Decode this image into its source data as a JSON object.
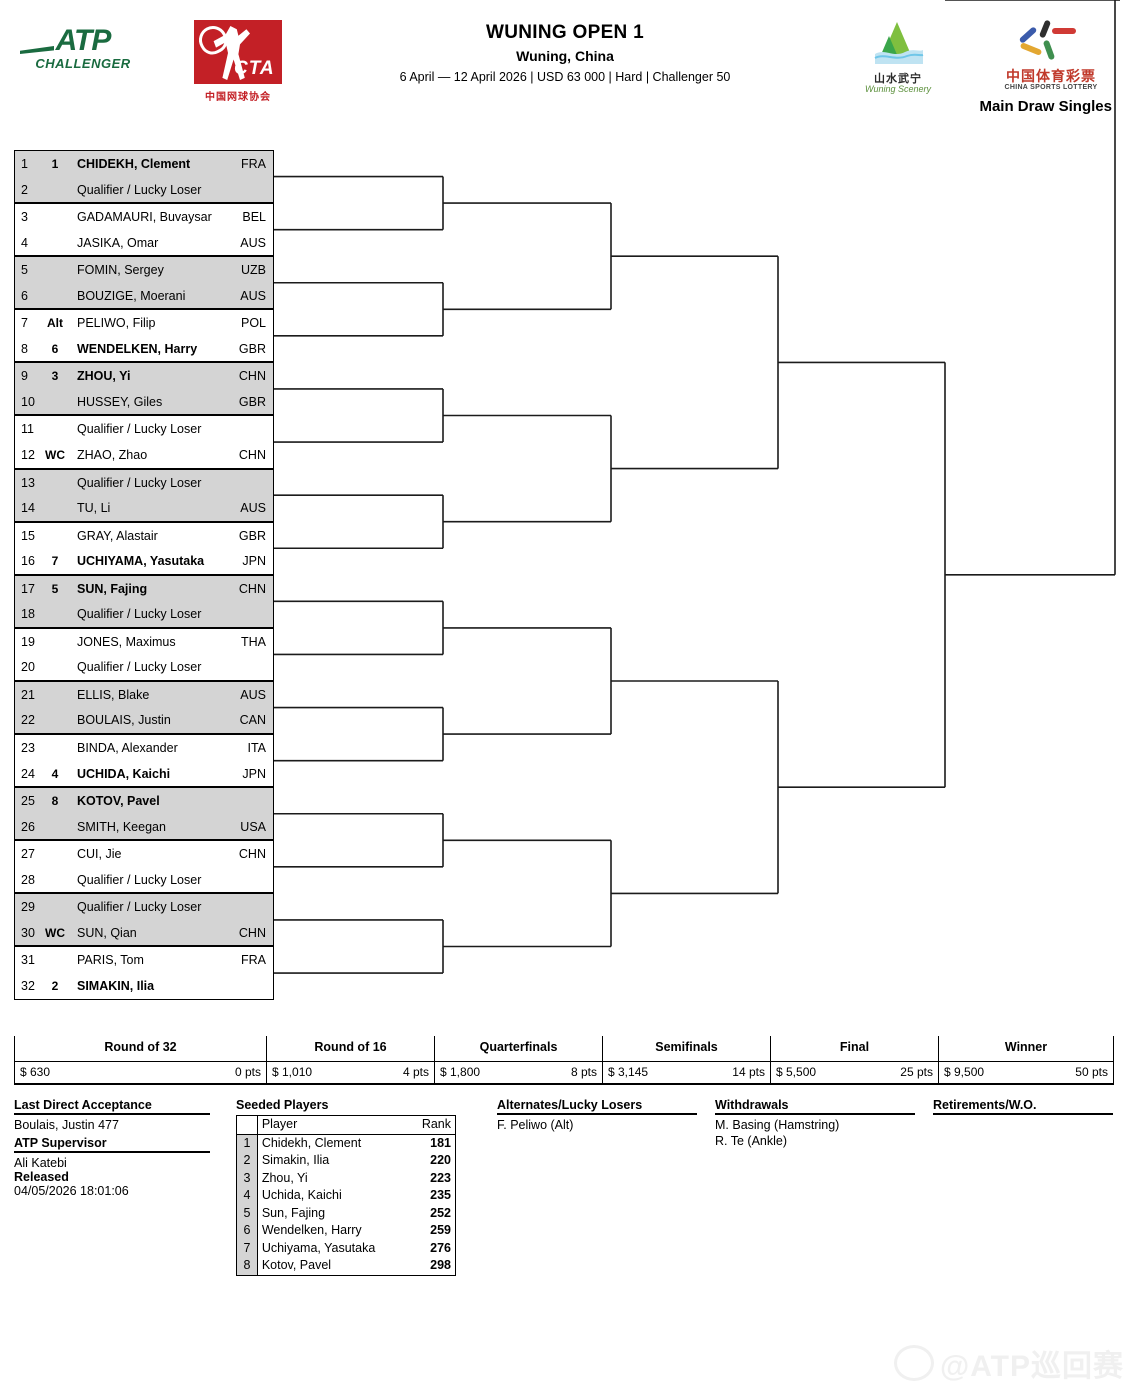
{
  "header": {
    "atp_logo": {
      "main": "ATP",
      "sub": "CHALLENGER"
    },
    "cta_logo": {
      "letters": "CTA",
      "chinese": "中国网球协会"
    },
    "tournament_name": "WUNING OPEN 1",
    "location": "Wuning, China",
    "details": "6 April — 12 April 2026 | USD 63 000 | Hard | Challenger 50",
    "scenery_logo": {
      "chinese": "山水武宁",
      "english": "Wuning Scenery"
    },
    "lottery_logo": {
      "chinese": "中国体育彩票",
      "english": "CHINA SPORTS LOTTERY"
    },
    "draw_type": "Main Draw Singles"
  },
  "draw": {
    "players": [
      {
        "num": "1",
        "tag": "1",
        "name": "CHIDEKH, Clement",
        "country": "FRA",
        "seeded": true,
        "shaded": true
      },
      {
        "num": "2",
        "tag": "",
        "name": "Qualifier / Lucky Loser",
        "country": "",
        "seeded": false,
        "shaded": true
      },
      {
        "num": "3",
        "tag": "",
        "name": "GADAMAURI, Buvaysar",
        "country": "BEL",
        "seeded": false,
        "shaded": false
      },
      {
        "num": "4",
        "tag": "",
        "name": "JASIKA, Omar",
        "country": "AUS",
        "seeded": false,
        "shaded": false
      },
      {
        "num": "5",
        "tag": "",
        "name": "FOMIN, Sergey",
        "country": "UZB",
        "seeded": false,
        "shaded": true
      },
      {
        "num": "6",
        "tag": "",
        "name": "BOUZIGE, Moerani",
        "country": "AUS",
        "seeded": false,
        "shaded": true
      },
      {
        "num": "7",
        "tag": "Alt",
        "name": "PELIWO, Filip",
        "country": "POL",
        "seeded": false,
        "shaded": false
      },
      {
        "num": "8",
        "tag": "6",
        "name": "WENDELKEN, Harry",
        "country": "GBR",
        "seeded": true,
        "shaded": false
      },
      {
        "num": "9",
        "tag": "3",
        "name": "ZHOU, Yi",
        "country": "CHN",
        "seeded": true,
        "shaded": true
      },
      {
        "num": "10",
        "tag": "",
        "name": "HUSSEY, Giles",
        "country": "GBR",
        "seeded": false,
        "shaded": true
      },
      {
        "num": "11",
        "tag": "",
        "name": "Qualifier / Lucky Loser",
        "country": "",
        "seeded": false,
        "shaded": false
      },
      {
        "num": "12",
        "tag": "WC",
        "name": "ZHAO, Zhao",
        "country": "CHN",
        "seeded": false,
        "shaded": false
      },
      {
        "num": "13",
        "tag": "",
        "name": "Qualifier / Lucky Loser",
        "country": "",
        "seeded": false,
        "shaded": true
      },
      {
        "num": "14",
        "tag": "",
        "name": "TU, Li",
        "country": "AUS",
        "seeded": false,
        "shaded": true
      },
      {
        "num": "15",
        "tag": "",
        "name": "GRAY, Alastair",
        "country": "GBR",
        "seeded": false,
        "shaded": false
      },
      {
        "num": "16",
        "tag": "7",
        "name": "UCHIYAMA, Yasutaka",
        "country": "JPN",
        "seeded": true,
        "shaded": false
      },
      {
        "num": "17",
        "tag": "5",
        "name": "SUN, Fajing",
        "country": "CHN",
        "seeded": true,
        "shaded": true
      },
      {
        "num": "18",
        "tag": "",
        "name": "Qualifier / Lucky Loser",
        "country": "",
        "seeded": false,
        "shaded": true
      },
      {
        "num": "19",
        "tag": "",
        "name": "JONES, Maximus",
        "country": "THA",
        "seeded": false,
        "shaded": false
      },
      {
        "num": "20",
        "tag": "",
        "name": "Qualifier / Lucky Loser",
        "country": "",
        "seeded": false,
        "shaded": false
      },
      {
        "num": "21",
        "tag": "",
        "name": "ELLIS, Blake",
        "country": "AUS",
        "seeded": false,
        "shaded": true
      },
      {
        "num": "22",
        "tag": "",
        "name": "BOULAIS, Justin",
        "country": "CAN",
        "seeded": false,
        "shaded": true
      },
      {
        "num": "23",
        "tag": "",
        "name": "BINDA, Alexander",
        "country": "ITA",
        "seeded": false,
        "shaded": false
      },
      {
        "num": "24",
        "tag": "4",
        "name": "UCHIDA, Kaichi",
        "country": "JPN",
        "seeded": true,
        "shaded": false
      },
      {
        "num": "25",
        "tag": "8",
        "name": "KOTOV, Pavel",
        "country": "",
        "seeded": true,
        "shaded": true
      },
      {
        "num": "26",
        "tag": "",
        "name": "SMITH, Keegan",
        "country": "USA",
        "seeded": false,
        "shaded": true
      },
      {
        "num": "27",
        "tag": "",
        "name": "CUI, Jie",
        "country": "CHN",
        "seeded": false,
        "shaded": false
      },
      {
        "num": "28",
        "tag": "",
        "name": "Qualifier / Lucky Loser",
        "country": "",
        "seeded": false,
        "shaded": false
      },
      {
        "num": "29",
        "tag": "",
        "name": "Qualifier / Lucky Loser",
        "country": "",
        "seeded": false,
        "shaded": true
      },
      {
        "num": "30",
        "tag": "WC",
        "name": "SUN, Qian",
        "country": "CHN",
        "seeded": false,
        "shaded": true
      },
      {
        "num": "31",
        "tag": "",
        "name": "PARIS, Tom",
        "country": "FRA",
        "seeded": false,
        "shaded": false
      },
      {
        "num": "32",
        "tag": "2",
        "name": "SIMAKIN, Ilia",
        "country": "",
        "seeded": true,
        "shaded": false
      }
    ]
  },
  "prize_table": {
    "rounds": [
      {
        "title": "Round of 32",
        "money": "$ 630",
        "points": "0 pts"
      },
      {
        "title": "Round of 16",
        "money": "$ 1,010",
        "points": "4 pts"
      },
      {
        "title": "Quarterfinals",
        "money": "$ 1,800",
        "points": "8 pts"
      },
      {
        "title": "Semifinals",
        "money": "$ 3,145",
        "points": "14 pts"
      },
      {
        "title": "Final",
        "money": "$ 5,500",
        "points": "25 pts"
      },
      {
        "title": "Winner",
        "money": "$ 9,500",
        "points": "50 pts"
      }
    ]
  },
  "footer": {
    "last_direct_acceptance": {
      "heading": "Last Direct Acceptance",
      "value": "Boulais, Justin 477"
    },
    "atp_supervisor": {
      "heading": "ATP Supervisor",
      "name": "Ali Katebi"
    },
    "released": {
      "heading": "Released",
      "timestamp": "04/05/2026 18:01:06"
    },
    "seeded_players": {
      "heading": "Seeded Players",
      "col_player": "Player",
      "col_rank": "Rank",
      "rows": [
        {
          "seed": "1",
          "player": "Chidekh, Clement",
          "rank": "181"
        },
        {
          "seed": "2",
          "player": "Simakin, Ilia",
          "rank": "220"
        },
        {
          "seed": "3",
          "player": "Zhou, Yi",
          "rank": "223"
        },
        {
          "seed": "4",
          "player": "Uchida, Kaichi",
          "rank": "235"
        },
        {
          "seed": "5",
          "player": "Sun, Fajing",
          "rank": "252"
        },
        {
          "seed": "6",
          "player": "Wendelken, Harry",
          "rank": "259"
        },
        {
          "seed": "7",
          "player": "Uchiyama, Yasutaka",
          "rank": "276"
        },
        {
          "seed": "8",
          "player": "Kotov, Pavel",
          "rank": "298"
        }
      ]
    },
    "alternates": {
      "heading": "Alternates/Lucky Losers",
      "entries": "F. Peliwo (Alt)"
    },
    "withdrawals": {
      "heading": "Withdrawals",
      "entry1": "M. Basing (Hamstring)",
      "entry2": "R. Te (Ankle)"
    },
    "retirements": {
      "heading": "Retirements/W.O.",
      "entries": ""
    }
  },
  "watermark": {
    "text": "@ATP巡回赛"
  },
  "colors": {
    "atp_green": "#1a6b40",
    "cta_red": "#c32026",
    "shade": "#d4d4d4",
    "line": "#000000"
  }
}
